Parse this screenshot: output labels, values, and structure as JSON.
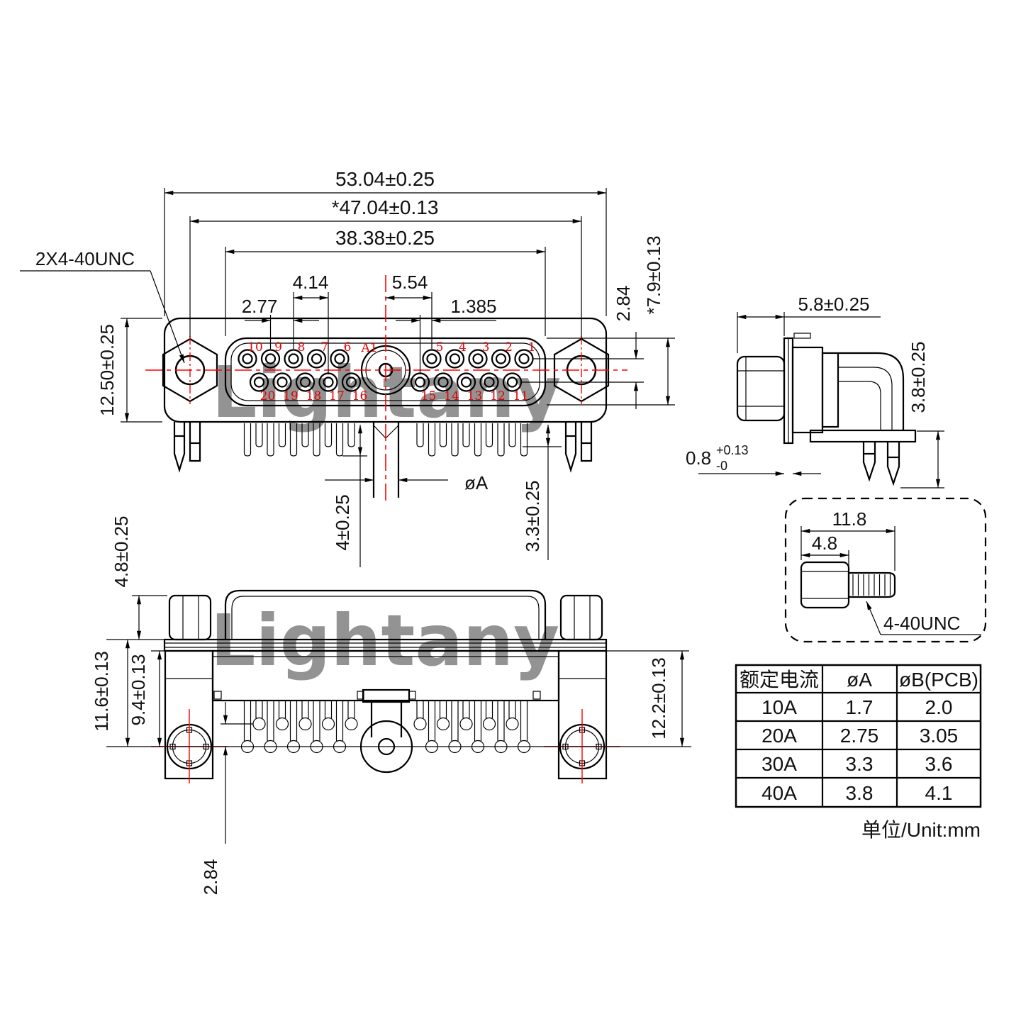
{
  "watermark": {
    "text": "Lightany",
    "color": "#eeb4b4"
  },
  "colors": {
    "line": "#000000",
    "accent_red": "#ff0000",
    "pin_number_red": "#e60000"
  },
  "front_view": {
    "thread_note": "2X4-40UNC",
    "dims": {
      "overall_width": "53.04±0.25",
      "mount_span": "*47.04±0.13",
      "insert_width": "38.38±0.25",
      "a1_offset": "4.14",
      "a1_to_pin5": "5.54",
      "pin_pitch": "2.77",
      "row_offset": "1.385",
      "row_pitch": "2.84",
      "insert_height": "*7.9±0.13",
      "flange_height": "12.50±0.25",
      "post_dia": "øA",
      "pin_len_long": "4±0.25",
      "pin_len_short": "3.3±0.25"
    },
    "pins": {
      "top": [
        "10",
        "9",
        "8",
        "7",
        "6"
      ],
      "center": "A1",
      "top_right": [
        "5",
        "4",
        "3",
        "2",
        "1"
      ],
      "bottom": [
        "20",
        "19",
        "18",
        "17",
        "16"
      ],
      "bottom_right": [
        "15",
        "14",
        "13",
        "12",
        "11"
      ]
    }
  },
  "side_view": {
    "dims": {
      "front_depth": "5.8±0.25",
      "standoff": "3.8±0.25",
      "plate_base": "0.8",
      "plate_plus": "+0.13",
      "plate_minus": "-0"
    }
  },
  "bottom_view": {
    "dims": {
      "screw_height": "4.8±0.25",
      "hole_offset_a": "11.6±0.13",
      "hole_offset_b": "9.4±0.13",
      "tip_offset": "2.84",
      "right_offset": "12.2±0.13"
    }
  },
  "screw_detail": {
    "dims": {
      "total_len": "11.8",
      "head_len": "4.8"
    },
    "thread": "4-40UNC"
  },
  "spec_table": {
    "headers": [
      "额定电流",
      "øA",
      "øB(PCB)"
    ],
    "rows": [
      {
        "current": "10A",
        "dia_a": "1.7",
        "dia_b": "2.0"
      },
      {
        "current": "20A",
        "dia_a": "2.75",
        "dia_b": "3.05"
      },
      {
        "current": "30A",
        "dia_a": "3.3",
        "dia_b": "3.6"
      },
      {
        "current": "40A",
        "dia_a": "3.8",
        "dia_b": "4.1"
      }
    ],
    "unit": "单位/Unit:mm"
  }
}
